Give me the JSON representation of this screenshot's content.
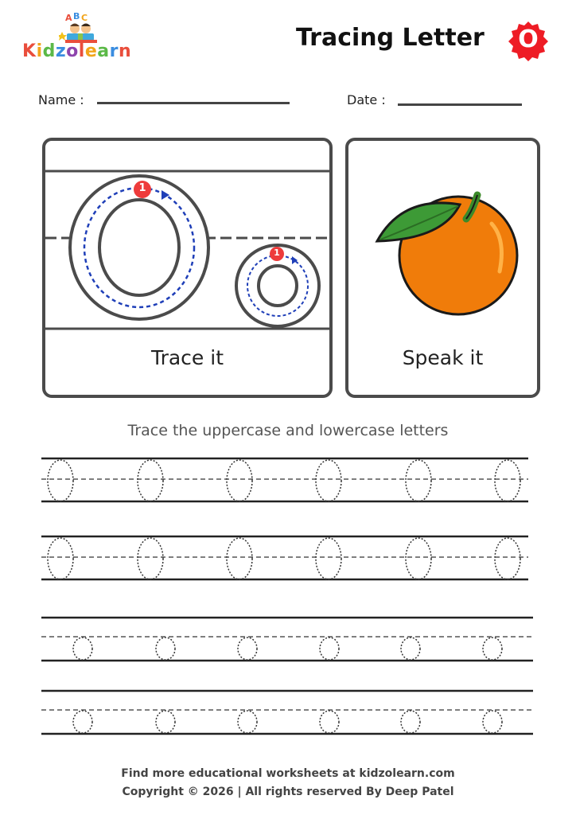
{
  "brand": {
    "name": "Kidzolearn",
    "tagline_letters": "ABC"
  },
  "header": {
    "title": "Tracing Letter",
    "letter": "O",
    "badge_color": "#ee1c25"
  },
  "fields": {
    "name_label": "Name :",
    "date_label": "Date :"
  },
  "cards": {
    "trace": {
      "caption": "Trace it",
      "stroke_number": "1",
      "stroke_number_small": "1",
      "arrow_color": "#1f3fb8"
    },
    "speak": {
      "caption": "Speak it",
      "image": "orange-fruit-icon"
    }
  },
  "practice": {
    "instruction": "Trace the uppercase and lowercase letters",
    "rows": [
      {
        "case": "uppercase",
        "letter": "O",
        "count": 6
      },
      {
        "case": "uppercase",
        "letter": "O",
        "count": 6
      },
      {
        "case": "lowercase",
        "letter": "o",
        "count": 6
      },
      {
        "case": "lowercase",
        "letter": "o",
        "count": 6
      }
    ]
  },
  "footer": {
    "line1": "Find more educational worksheets at kidzolearn.com",
    "line2": "Copyright © 2026 | All rights reserved By Deep Patel"
  }
}
